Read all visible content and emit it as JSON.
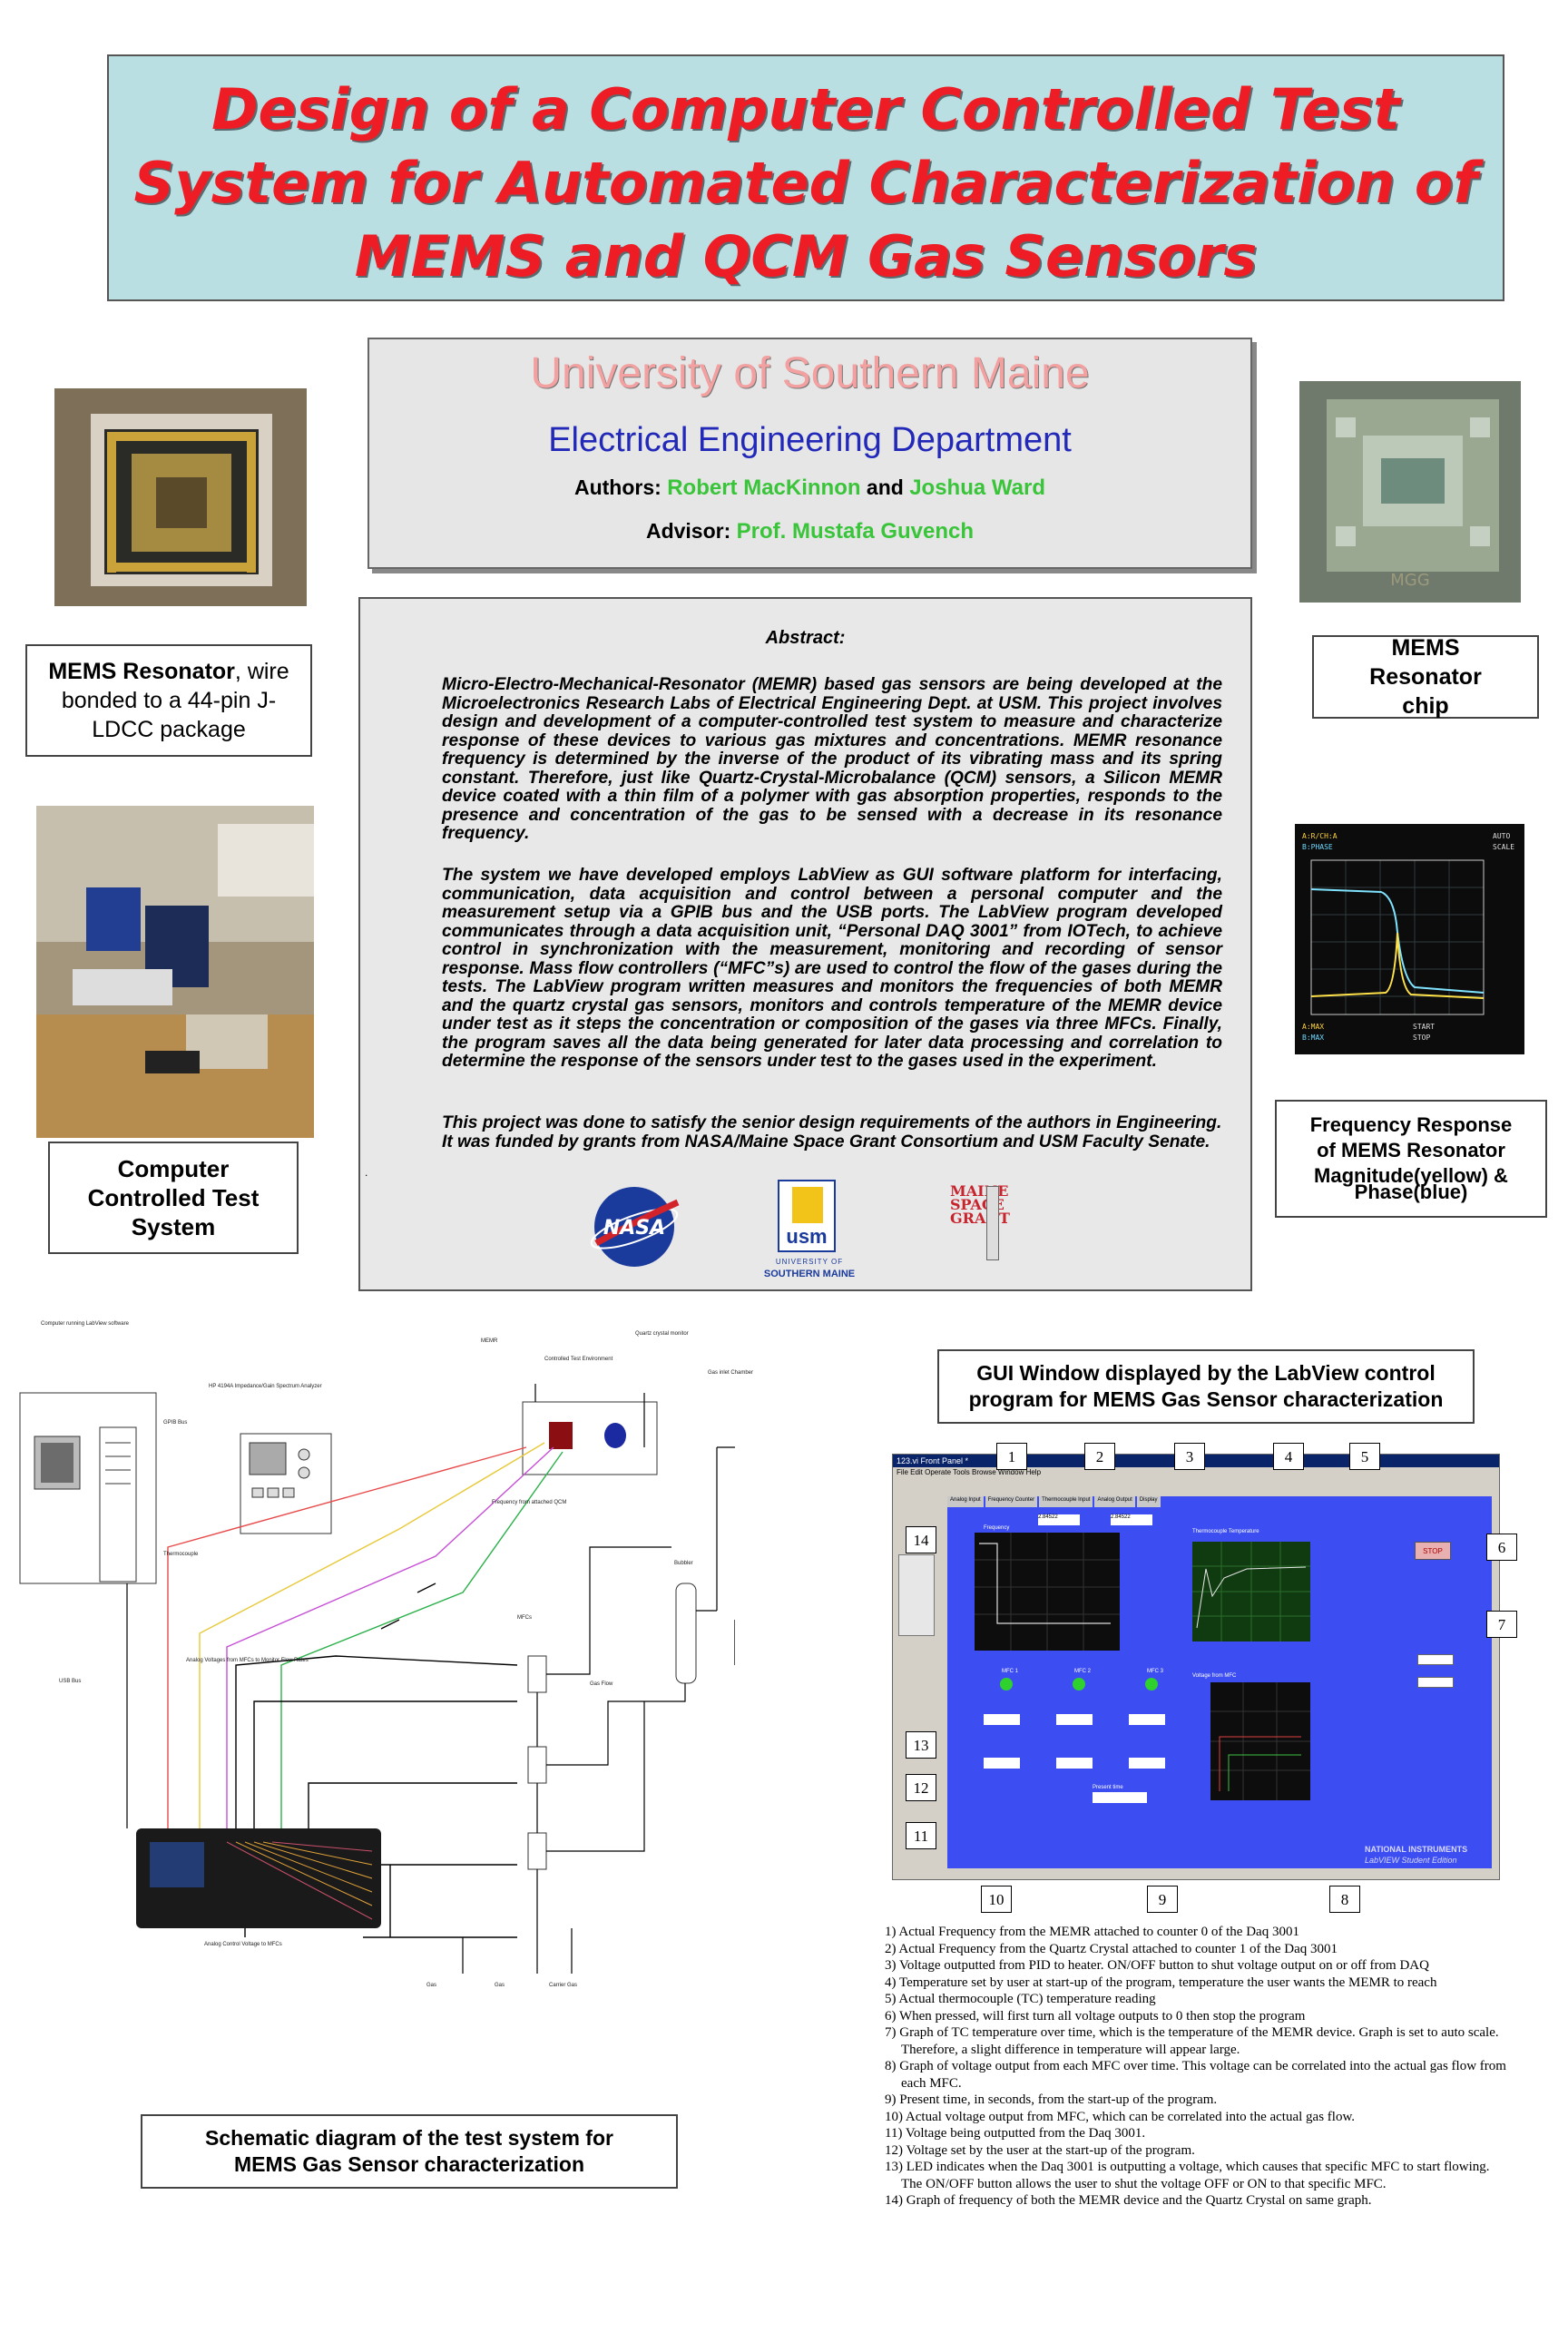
{
  "title": {
    "line1": "Design of a Computer Controlled Test",
    "line2": "System for Automated Characterization of",
    "line3": "MEMS and QCM Gas Sensors"
  },
  "header": {
    "university": "University of Southern Maine",
    "department": "Electrical Engineering Department",
    "authors_label": "Authors:",
    "author1": "Robert MacKinnon",
    "and": "and",
    "author2": "Joshua Ward",
    "advisor_label": "Advisor:",
    "advisor": "Prof. Mustafa Guvench"
  },
  "abstract": {
    "heading": "Abstract:",
    "p1": "Micro-Electro-Mechanical-Resonator (MEMR) based gas sensors are being developed at the Microelectronics Research Labs of Electrical Engineering Dept. at USM. This project involves design and development of a computer-controlled test system to measure and characterize response of these devices to various gas mixtures and concentrations. MEMR resonance frequency is determined by the inverse of the product of its vibrating mass and its spring constant. Therefore, just like Quartz-Crystal-Microbalance (QCM) sensors, a Silicon MEMR device coated with a thin film of a polymer with gas absorption properties, responds to the presence and concentration of the gas to be sensed with a decrease in its resonance frequency.",
    "p2": "The system we have developed employs LabView as GUI software platform for interfacing, communication, data acquisition and control between a personal computer and the measurement setup via a GPIB bus and the USB ports. The LabView program developed communicates through a data acquisition unit, “Personal DAQ 3001” from IOTech, to achieve control in synchronization with the measurement, monitoring and recording of sensor response. Mass flow controllers (“MFC”s) are used to control the flow of the gases during the tests. The LabView program written measures and monitors the frequencies of both MEMR and the quartz crystal gas sensors, monitors and controls temperature of the MEMR device under test as it steps the concentration or composition of the gases via three MFCs. Finally, the program saves all the data being generated for later data processing and correlation to determine the response of the sensors under test to the gases used in the experiment.",
    "p3a": "This project was done to satisfy the senior design requirements of the authors in  Engineering.",
    "p3b": "It was funded by grants from NASA/Maine Space Grant Consortium and USM Faculty Senate."
  },
  "logos": {
    "nasa": "NASA",
    "usm": "usm",
    "usm_sub1": "UNIVERSITY OF",
    "usm_sub2": "SOUTHERN MAINE",
    "msgc": "MAINE SPACE GRANT"
  },
  "captions": {
    "mems_resonator_bold": "MEMS Resonator",
    "mems_resonator_rest": ", wire bonded to a 44-pin  J-LDCC package",
    "mems_chip": "MEMS Resonator chip",
    "computer_system": "Computer Controlled Test System",
    "freq_response_1": "Frequency Response",
    "freq_response_2": "of MEMS Resonator",
    "freq_response_3": "Magnitude(yellow) &",
    "freq_response_4": "Phase(blue)",
    "schematic": "Schematic diagram of the test system for MEMS Gas Sensor characterization",
    "gui": "GUI Window displayed by the LabView control program for MEMS Gas Sensor characterization"
  },
  "chip_label": "MGG",
  "schematic_labels": {
    "computer": "Computer running LabView software",
    "hp": "HP 4194A Impedance/Gain Spectrum Analyzer",
    "gpib": "GPIB Bus",
    "mems": "MEMR",
    "chamber": "Controlled Test Environment",
    "qcm": "Quartz crystal monitor",
    "gas_inlet": "Gas inlet Chamber",
    "freq": "Frequency from attached QCM",
    "bubbler": "Bubbler",
    "mfcs": "MFCs",
    "thermo": "Thermocouple",
    "usb": "USB Bus",
    "analog_in": "Analog Voltages from MFCs to Monitor Flow Rates",
    "analog_out": "Analog Control Voltage to MFCs",
    "gas_flow": "Gas Flow",
    "gas1": "Gas",
    "gas2": "Gas",
    "carrier": "Carrier Gas"
  },
  "gui_window": {
    "title": "123.vi Front Panel *",
    "menu": "File  Edit  Operate  Tools  Browse  Window  Help",
    "tabs": [
      "Analog Input",
      "Frequency Counter",
      "Thermocouple Input",
      "Analog Output",
      "Display"
    ],
    "stop": "STOP",
    "ni": "NATIONAL INSTRUMENTS",
    "labview": "LabVIEW Student Edition",
    "callouts": [
      "1",
      "2",
      "3",
      "4",
      "5",
      "6",
      "7",
      "8",
      "9",
      "10",
      "11",
      "12",
      "13",
      "14"
    ],
    "frequency_label": "Frequency",
    "temp_label": "Thermocouple Temperature",
    "voltage_label": "Voltage from MFC",
    "mfc_labels": [
      "MFC 1",
      "MFC 2",
      "MFC 3"
    ],
    "freq_values": [
      "2.84522",
      "2.84522"
    ],
    "present_time": "Present time"
  },
  "legend": [
    "1) Actual Frequency from the MEMR attached to counter 0 of the Daq 3001",
    "2) Actual Frequency from the Quartz Crystal attached to counter 1 of the Daq 3001",
    "3) Voltage outputted from PID to heater.  ON/OFF button to shut voltage output on or off from DAQ",
    "4) Temperature set by user at start-up of the program, temperature the user wants the MEMR to reach",
    "5) Actual thermocouple (TC) temperature reading",
    "6) When pressed, will first turn all voltage outputs to 0 then stop the program",
    "7) Graph of TC temperature over time, which is the temperature of the MEMR device.  Graph is set to auto scale.",
    "Therefore, a slight difference in temperature will appear large.",
    "8) Graph of voltage output from each MFC over time.  This voltage can be correlated into the actual gas flow from",
    "each MFC.",
    "9) Present time, in seconds, from the start-up of the program.",
    "10) Actual voltage output from MFC, which can be correlated into the actual gas flow.",
    "11) Voltage being outputted from the Daq 3001.",
    "12) Voltage set by the user at the start-up of the program.",
    "13) LED indicates when the Daq 3001 is outputting a voltage, which causes that specific MFC to start flowing.",
    "The ON/OFF   button allows the user to shut the voltage OFF or ON to that specific MFC.",
    "14) Graph of frequency of both the MEMR device and the Quartz Crystal on same graph."
  ],
  "oscilloscope_text": {
    "tl1": "A:R/CH:A",
    "tl2": "B:PHASE",
    "tr1": "AUTO",
    "tr2": "SCALE",
    "bl1": "A:MAX",
    "bl2": "B:MAX",
    "br1": "START",
    "br2": "STOP"
  }
}
